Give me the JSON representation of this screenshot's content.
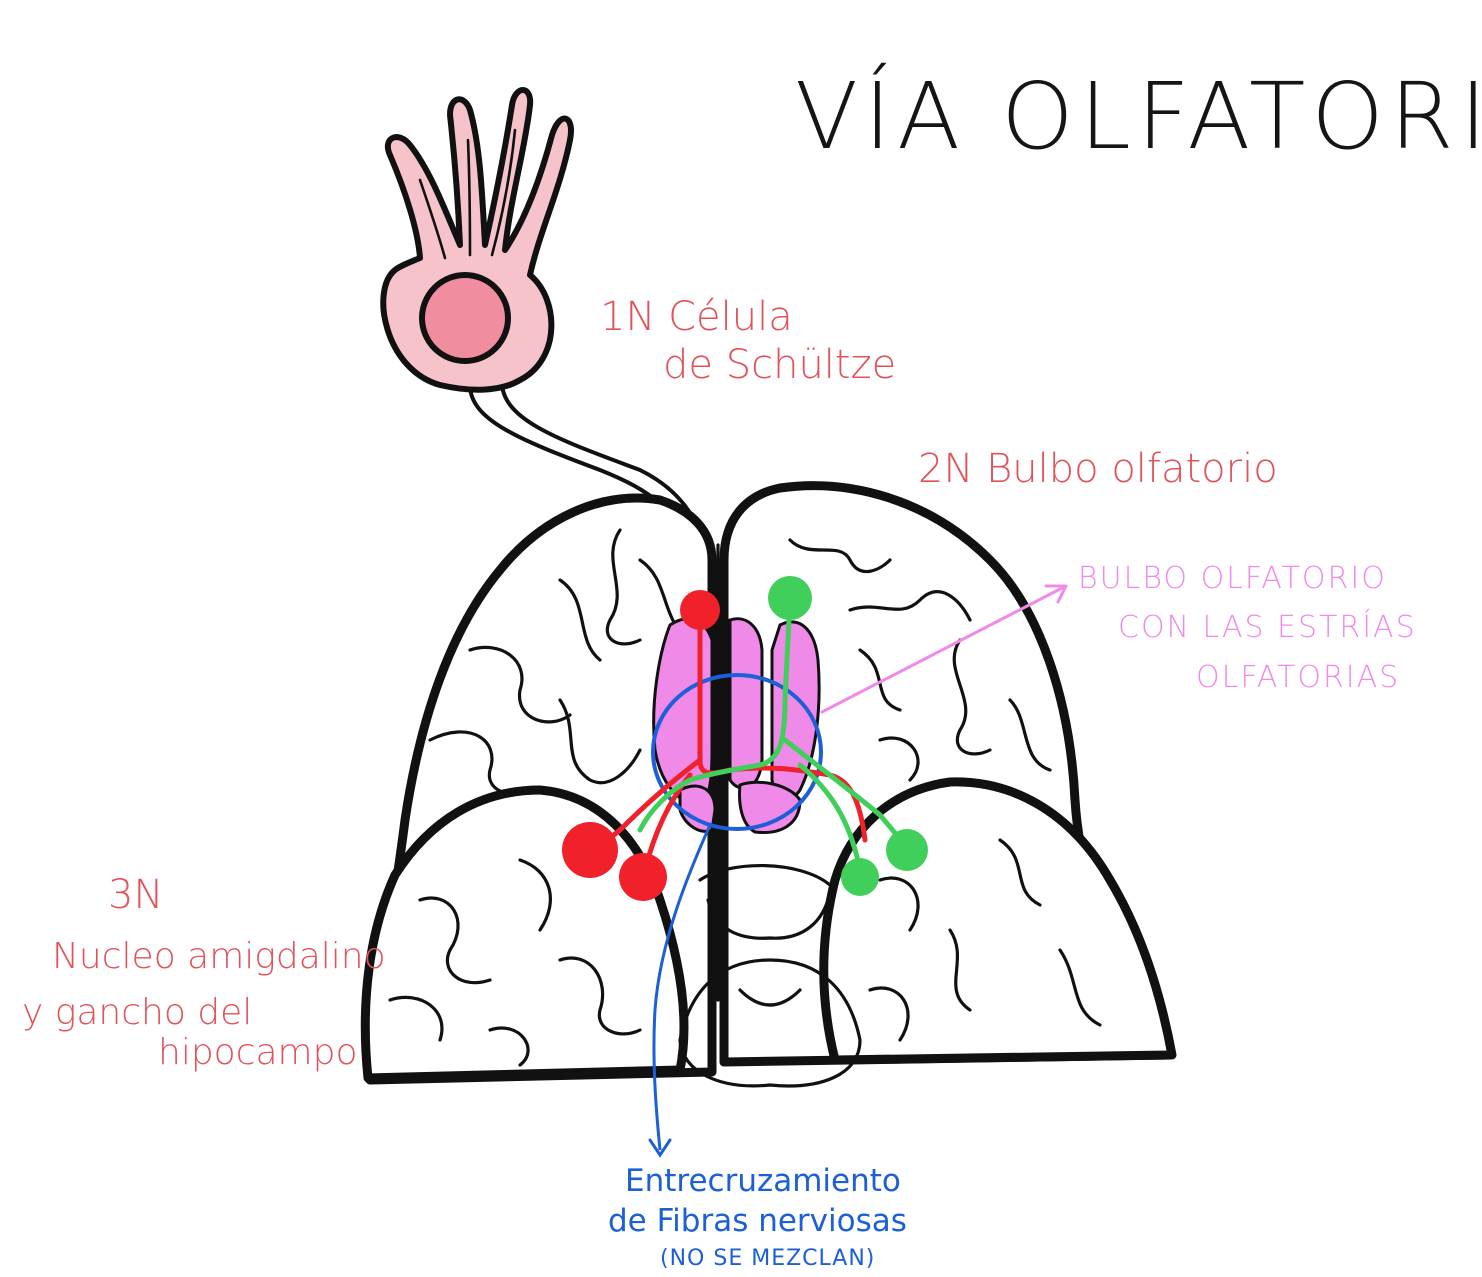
{
  "title": "VÍA OLFATORIA",
  "labels": {
    "neuron1_line1": "1N Célula",
    "neuron1_line2": "de Schültze",
    "neuron2": "2N Bulbo olfatorio",
    "bulb_line1": "BULBO OLFATORIO",
    "bulb_line2": "CON LAS ESTRÍAS",
    "bulb_line3": "OLFATORIAS",
    "neuron3_line1": "3N",
    "neuron3_line2": "Nucleo amigdalino",
    "neuron3_line3": "y gancho del",
    "neuron3_line4": "hipocampo",
    "crossing_line1": "Entrecruzamiento",
    "crossing_line2": "de Fibras nerviosas",
    "crossing_note": "(NO SE MEZCLAN)"
  },
  "colors": {
    "ink": "#111111",
    "red_label": "#e2525a",
    "red_pathway": "#f0212a",
    "green_pathway": "#3fcf5a",
    "bulb_magenta": "#f08ae8",
    "cell_pink": "#f7c3cb",
    "nucleus_pink": "#f08d9e",
    "crossing_blue": "#1d5fd6"
  },
  "icons": {
    "cell": "olfactory-receptor-cell",
    "brain": "brain-inferior-view",
    "pointer": "arrow-right-up-icon",
    "crossing_pointer": "arrow-down-icon"
  }
}
